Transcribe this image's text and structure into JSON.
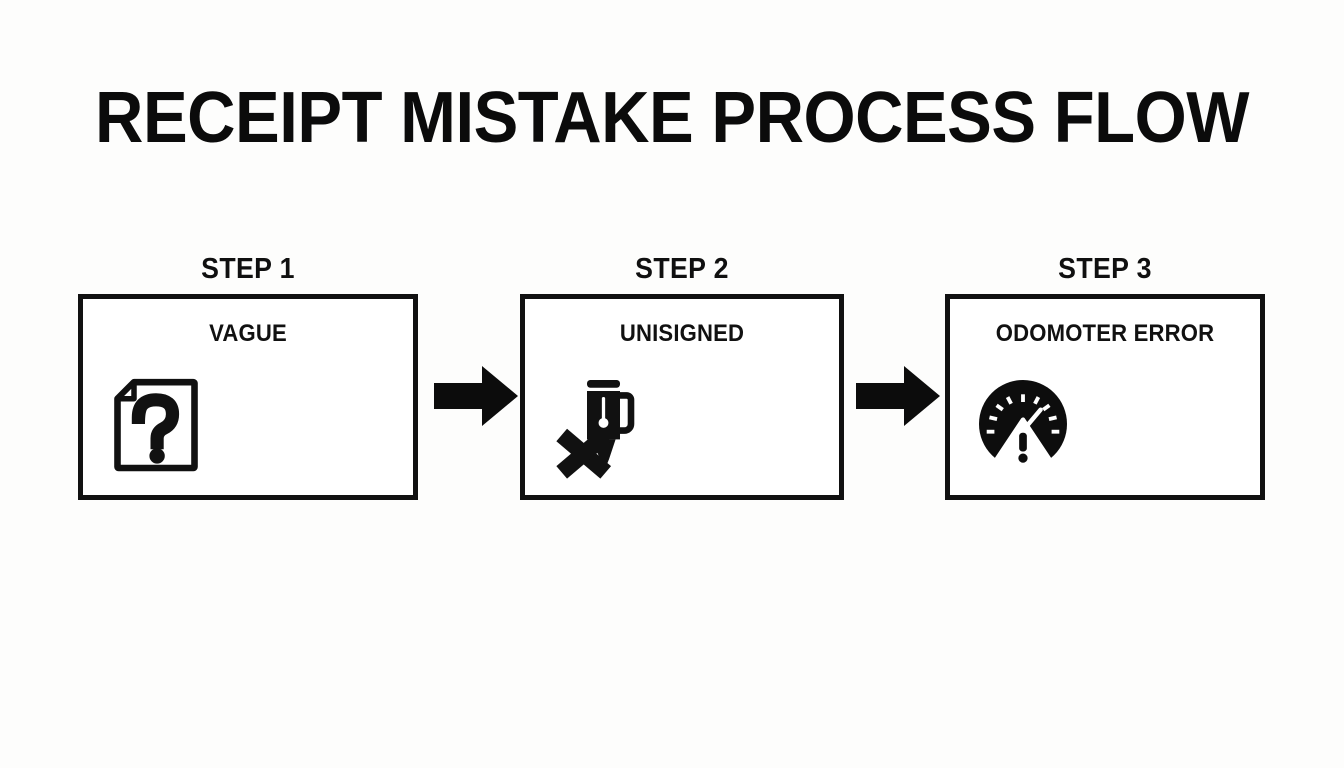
{
  "page": {
    "title": "RECEIPT MISTAKE PROCESS FLOW",
    "background_color": "#fdfdfc",
    "ink_color": "#111111"
  },
  "flow": {
    "steps": [
      {
        "label": "STEP 1",
        "box_title": "VAGUE",
        "icon": "document-question-icon"
      },
      {
        "label": "STEP 2",
        "box_title": "UNISIGNED",
        "icon": "pen-crossed-out-icon"
      },
      {
        "label": "STEP 3",
        "box_title": "ODOMOTER ERROR",
        "icon": "speedometer-warning-icon"
      }
    ],
    "connectors": [
      {
        "icon": "arrow-right-icon"
      },
      {
        "icon": "arrow-right-icon"
      }
    ]
  }
}
